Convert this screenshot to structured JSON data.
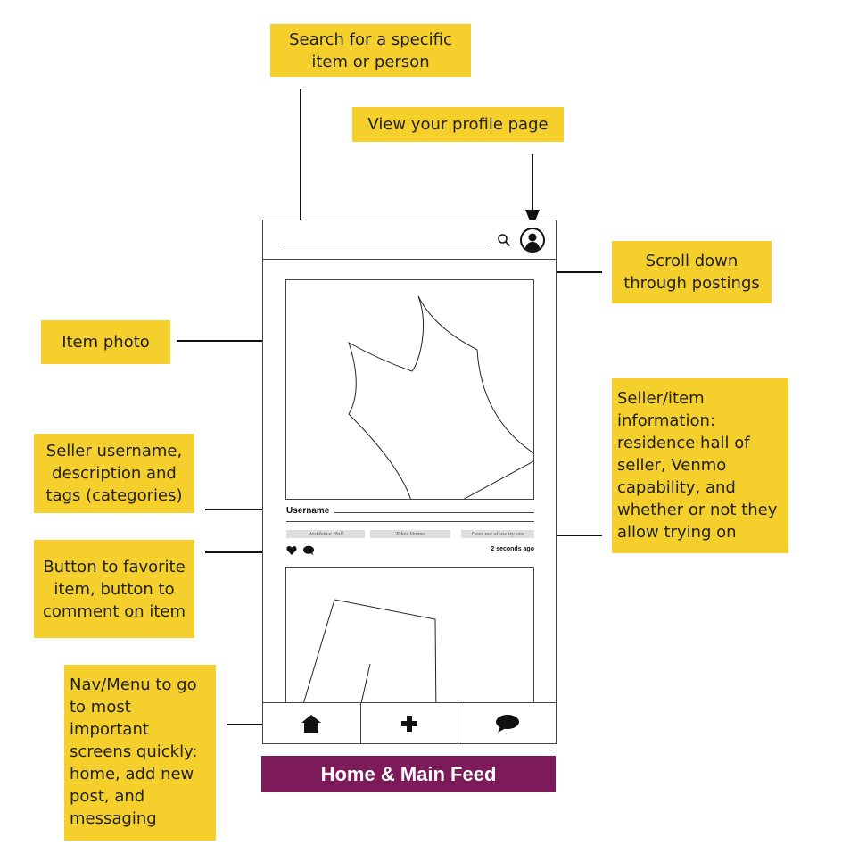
{
  "annotations": {
    "search": "Search for a specific\nitem or person",
    "profile": "View your profile page",
    "scroll": "Scroll down\nthrough postings",
    "item_photo": "Item photo",
    "seller_info": "Seller/item\ninformation:\nresidence hall of\nseller, Venmo\ncapability, and\nwhether or not they\nallow trying on",
    "seller_username": "Seller username,\ndescription and\ntags (categories)",
    "favorite_comment": "Button to favorite\nitem, button to\ncomment on item",
    "nav_menu": "Nav/Menu to go\nto most\nimportant\nscreens quickly:\nhome, add new\npost, and\nmessaging"
  },
  "phone": {
    "post": {
      "username": "Username",
      "tags": [
        "Residence Hall",
        "Takes Venmo",
        "Does not allow try ons"
      ],
      "timestamp": "2 seconds ago"
    },
    "icons": {
      "search": "search-icon",
      "profile": "avatar-icon",
      "favorite": "heart-icon",
      "comment": "comment-icon",
      "nav": [
        "home-icon",
        "plus-icon",
        "chat-icon"
      ]
    }
  },
  "caption": "Home & Main Feed",
  "colors": {
    "note_background": "#f5cf2c",
    "caption_background": "#7d1b5a",
    "caption_text": "#ffffff"
  }
}
